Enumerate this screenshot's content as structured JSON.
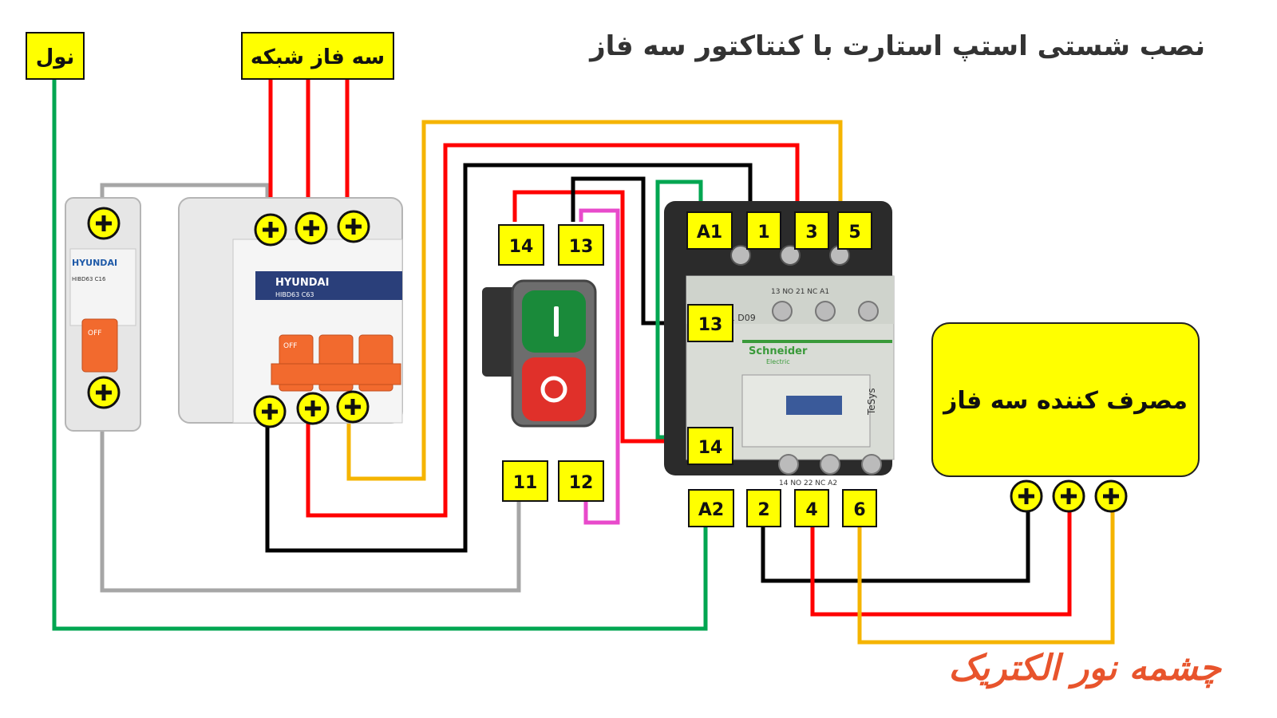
{
  "title": "نصب شستی استپ استارت با کنتاکتور سه فاز",
  "brand": "چشمه نور الکتریک",
  "labels": {
    "neutral": "نول",
    "three_phase_grid": "سه فاز شبکه",
    "load": "مصرف کننده سه فاز",
    "btn_14": "14",
    "btn_13": "13",
    "btn_11": "11",
    "btn_12": "12",
    "c_a1": "A1",
    "c_1": "1",
    "c_3": "3",
    "c_5": "5",
    "c_aux13": "13",
    "c_aux14": "14",
    "c_a2": "A2",
    "c_2": "2",
    "c_4": "4",
    "c_6": "6"
  },
  "device_text": {
    "breaker1_brand": "HYUNDAI",
    "breaker1_model": "HIBD63 C16",
    "breaker1_off": "OFF",
    "breaker3_brand": "HYUNDAI",
    "breaker3_model": "HIBD63 C63",
    "breaker3_off": "OFF",
    "contactor_brand": "Schneider",
    "contactor_sub": "Electric",
    "contactor_model": "LC1 D09",
    "contactor_series": "TeSys",
    "top_aux_labels": "13 NO 21 NC A1",
    "bottom_aux_labels": "14 NO 22 NC A2"
  },
  "colors": {
    "label_bg": "#ffff00",
    "phase_red": "#ff0000",
    "phase_black": "#000000",
    "phase_yellow": "#f5b400",
    "neutral_green": "#00a651",
    "gray_wire": "#a6a6a6",
    "pink_wire": "#e84acb",
    "title": "#333333",
    "brand": "#e8542c",
    "contactor_body": "#2b2b2b",
    "contactor_face": "#d9dcd6",
    "breaker_body": "#e6e6e6",
    "breaker_handle": "#f26a2e",
    "button_green": "#1a8a3a",
    "button_red": "#e0302a"
  },
  "icons": {
    "terminal": "plus-terminal-icon"
  }
}
